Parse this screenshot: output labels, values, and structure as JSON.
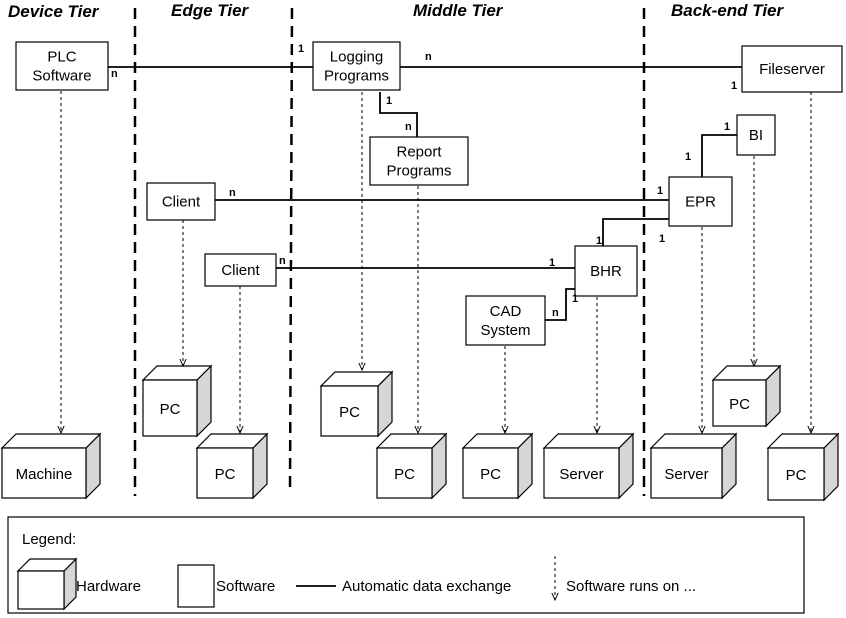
{
  "tiers": {
    "device": "Device Tier",
    "edge": "Edge Tier",
    "middle": "Middle Tier",
    "backend": "Back-end Tier"
  },
  "software": {
    "plc": [
      "PLC",
      "Software"
    ],
    "logging": [
      "Logging",
      "Programs"
    ],
    "fileserver": [
      "Fileserver"
    ],
    "report": [
      "Report",
      "Programs"
    ],
    "bi": [
      "BI"
    ],
    "client1": [
      "Client"
    ],
    "epr": [
      "EPR"
    ],
    "client2": [
      "Client"
    ],
    "bhr": [
      "BHR"
    ],
    "cad": [
      "CAD",
      "System"
    ]
  },
  "hardware": {
    "pc_edge1": "PC",
    "pc_middle1": "PC",
    "pc_backend1": "PC",
    "machine": "Machine",
    "pc_edge2": "PC",
    "pc_middle2": "PC",
    "pc_middle3": "PC",
    "server_middle": "Server",
    "server_backend": "Server",
    "pc_backend2": "PC"
  },
  "multiplicities": {
    "plc_logging_n": "n",
    "plc_logging_1": "1",
    "logging_file_n": "n",
    "logging_file_1": "1",
    "logging_report_1": "1",
    "logging_report_n": "n",
    "bi_epr_1a": "1",
    "bi_epr_1b": "1",
    "client_epr_n": "n",
    "client_epr_1": "1",
    "epr_bhr_1a": "1",
    "epr_bhr_1b": "1",
    "client2_bhr_n": "n",
    "client2_bhr_1": "1",
    "cad_bhr_n": "n",
    "cad_bhr_1": "1"
  },
  "legend": {
    "title": "Legend:",
    "hardware": "Hardware",
    "software": "Software",
    "exchange": "Automatic data exchange",
    "runs_on": "Software runs on ..."
  }
}
